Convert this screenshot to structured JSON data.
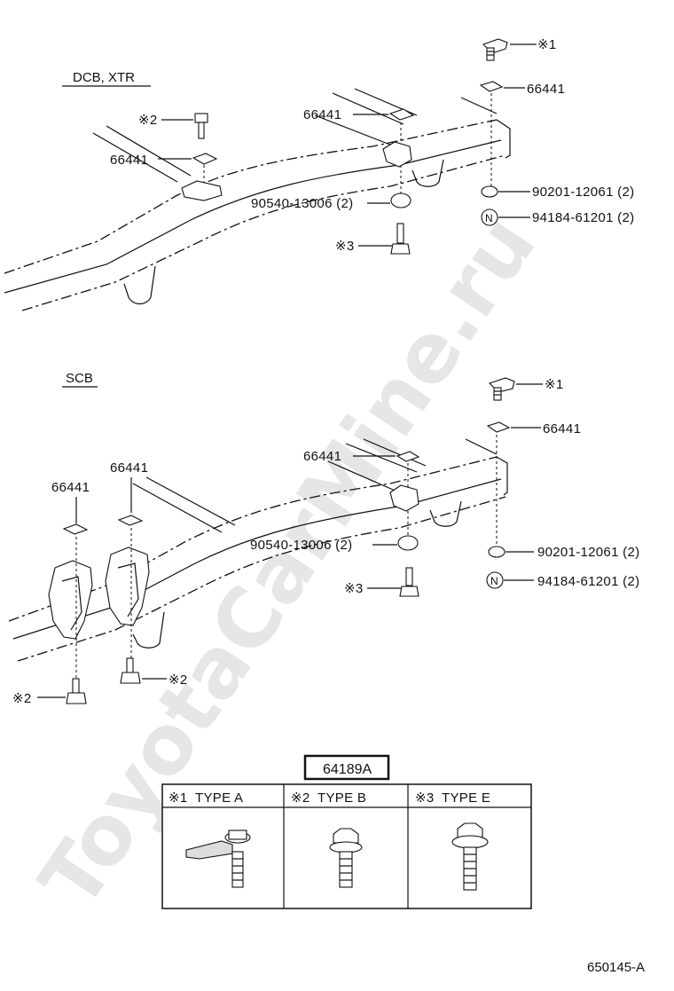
{
  "watermark": "ToyotaCarMine.ru",
  "sections": {
    "dcb": {
      "title": "DCB, XTR",
      "labels": {
        "star1": "※1",
        "p66441_a": "66441",
        "p66441_b": "66441",
        "p66441_c": "66441",
        "star2": "※2",
        "p90201": "90201-12061 (2)",
        "p90540": "90540-13006 (2)",
        "p94184": "94184-61201 (2)",
        "star3": "※3"
      }
    },
    "scb": {
      "title": "SCB",
      "labels": {
        "star1": "※1",
        "p66441_a": "66441",
        "p66441_b": "66441",
        "p66441_c": "66441",
        "p66441_d": "66441",
        "p90540": "90540-13006 (2)",
        "p90201": "90201-12061 (2)",
        "star3": "※3",
        "p94184": "94184-61201 (2)",
        "star2_a": "※2",
        "star2_b": "※2"
      }
    }
  },
  "n_marker": "N",
  "legend": {
    "code": "64189A",
    "types": [
      {
        "mark": "※1",
        "label": "TYPE A"
      },
      {
        "mark": "※2",
        "label": "TYPE B"
      },
      {
        "mark": "※3",
        "label": "TYPE E"
      }
    ]
  },
  "figure_number": "650145-A"
}
